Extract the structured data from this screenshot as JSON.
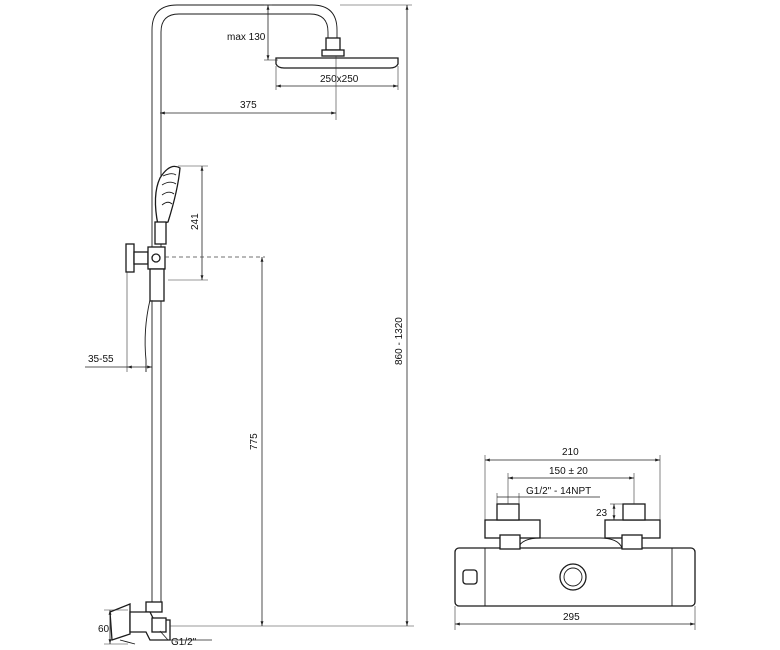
{
  "drawing": {
    "shower_column": {
      "head_max_height": "max 130",
      "head_size": "250x250",
      "arm_reach": "375",
      "hand_shower_length": "241",
      "wall_offset": "35-55",
      "total_height_range": "860 - 1320",
      "mixer_height": "775",
      "inlet_height": "60",
      "inlet_thread": "G1/2\""
    },
    "thermostatic_mixer": {
      "total_width": "210",
      "connection_spacing": "150 ± 20",
      "thread": "G1/2\" - 14NPT",
      "eccentric_depth": "23",
      "body_length": "295"
    }
  }
}
